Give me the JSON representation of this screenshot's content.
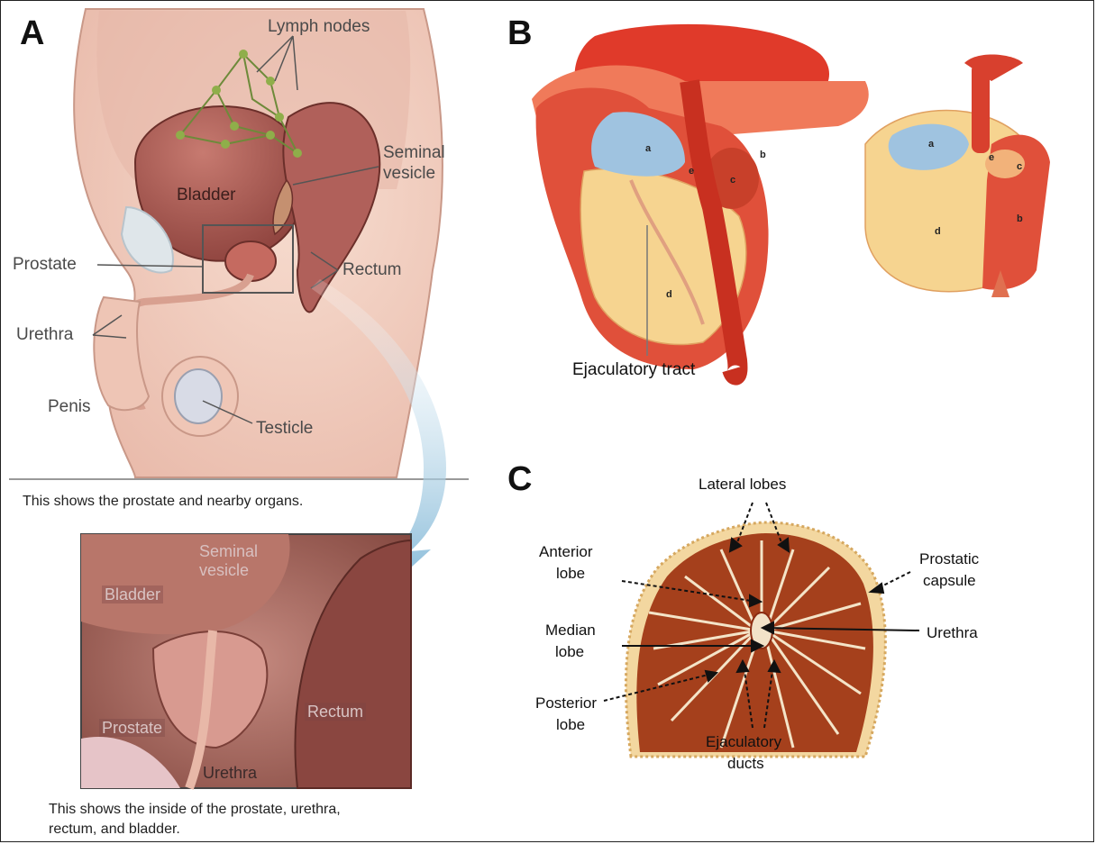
{
  "panel_a": {
    "letter": "A",
    "labels": {
      "lymph_nodes": "Lymph nodes",
      "seminal_vesicle_1": "Seminal",
      "seminal_vesicle_2": "vesicle",
      "bladder": "Bladder",
      "prostate": "Prostate",
      "rectum": "Rectum",
      "urethra": "Urethra",
      "penis": "Penis",
      "testicle": "Testicle"
    },
    "caption_top": "This shows the prostate and nearby organs.",
    "inset_labels": {
      "seminal_vesicle_1": "Seminal",
      "seminal_vesicle_2": "vesicle",
      "bladder": "Bladder",
      "prostate": "Prostate",
      "rectum": "Rectum",
      "urethra": "Urethra"
    },
    "caption_bottom_1": "This shows the inside of the prostate, urethra,",
    "caption_bottom_2": "rectum, and bladder."
  },
  "panel_b": {
    "letter": "B",
    "zones_left": {
      "a": "a",
      "b": "b",
      "c": "c",
      "d": "d",
      "e": "e"
    },
    "zones_right": {
      "a": "a",
      "b": "b",
      "c": "c",
      "d": "d",
      "e": "e"
    },
    "ejaculatory_tract": "Ejaculatory tract"
  },
  "panel_c": {
    "letter": "C",
    "lateral_lobes": "Lateral lobes",
    "anterior_lobe_1": "Anterior",
    "anterior_lobe_2": "lobe",
    "median_lobe_1": "Median",
    "median_lobe_2": "lobe",
    "posterior_lobe_1": "Posterior",
    "posterior_lobe_2": "lobe",
    "prostatic_capsule_1": "Prostatic",
    "prostatic_capsule_2": "capsule",
    "urethra": "Urethra",
    "ejaculatory_ducts_1": "Ejaculatory",
    "ejaculatory_ducts_2": "ducts"
  },
  "colors": {
    "skin": "#f2d4c8",
    "bladder": "#a8605a",
    "prostate_red": "#d8402e",
    "zone_blue": "#9fc3e0",
    "zone_yellow": "#f6d490",
    "tissue_brown": "#9a3a14",
    "lymph_green": "#7a9a40"
  }
}
